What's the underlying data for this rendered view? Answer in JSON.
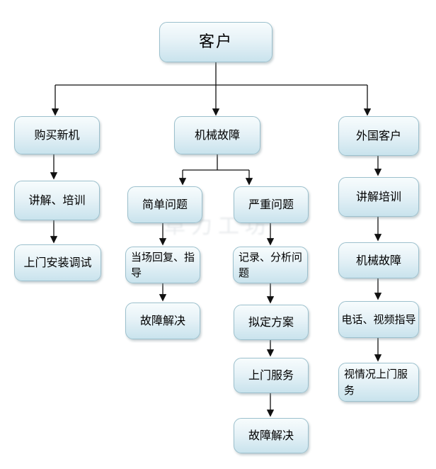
{
  "diagram": {
    "nodes": {
      "customer": {
        "label": "客户"
      },
      "buy_new": {
        "label": "购买新机"
      },
      "explain_train": {
        "label": "讲解、培训"
      },
      "onsite_install": {
        "label": "上门安装调试"
      },
      "mech_fault": {
        "label": "机械故障"
      },
      "simple_problem": {
        "label": "简单问题"
      },
      "onsite_reply": {
        "label": "当场回复、指导"
      },
      "fault_solved_left": {
        "label": "故障解决"
      },
      "serious_problem": {
        "label": "严重问题"
      },
      "record_analyze": {
        "label": "记录、分析问题"
      },
      "make_plan": {
        "label": "拟定方案"
      },
      "onsite_service": {
        "label": "上门服务"
      },
      "fault_solved_mid": {
        "label": "故障解决"
      },
      "foreign_customer": {
        "label": "外国客户"
      },
      "explain_train_2": {
        "label": "讲解培训"
      },
      "mech_fault_2": {
        "label": "机械故障"
      },
      "phone_video": {
        "label": "电话、视频指导"
      },
      "onsite_depends": {
        "label": "视情况上门服务"
      }
    },
    "edges": [
      [
        "customer",
        "buy_new"
      ],
      [
        "customer",
        "mech_fault"
      ],
      [
        "customer",
        "foreign_customer"
      ],
      [
        "buy_new",
        "explain_train"
      ],
      [
        "explain_train",
        "onsite_install"
      ],
      [
        "mech_fault",
        "simple_problem"
      ],
      [
        "mech_fault",
        "serious_problem"
      ],
      [
        "simple_problem",
        "onsite_reply"
      ],
      [
        "onsite_reply",
        "fault_solved_left"
      ],
      [
        "serious_problem",
        "record_analyze"
      ],
      [
        "record_analyze",
        "make_plan"
      ],
      [
        "make_plan",
        "onsite_service"
      ],
      [
        "onsite_service",
        "fault_solved_mid"
      ],
      [
        "foreign_customer",
        "explain_train_2"
      ],
      [
        "explain_train_2",
        "mech_fault_2"
      ],
      [
        "mech_fault_2",
        "phone_video"
      ],
      [
        "phone_video",
        "onsite_depends"
      ]
    ],
    "colors": {
      "box_fill_top": "#f7fcfd",
      "box_fill_bottom": "#c9e3ed",
      "box_border": "#9cc0cd",
      "connector": "#111111"
    },
    "watermark": "卓力工坊"
  }
}
